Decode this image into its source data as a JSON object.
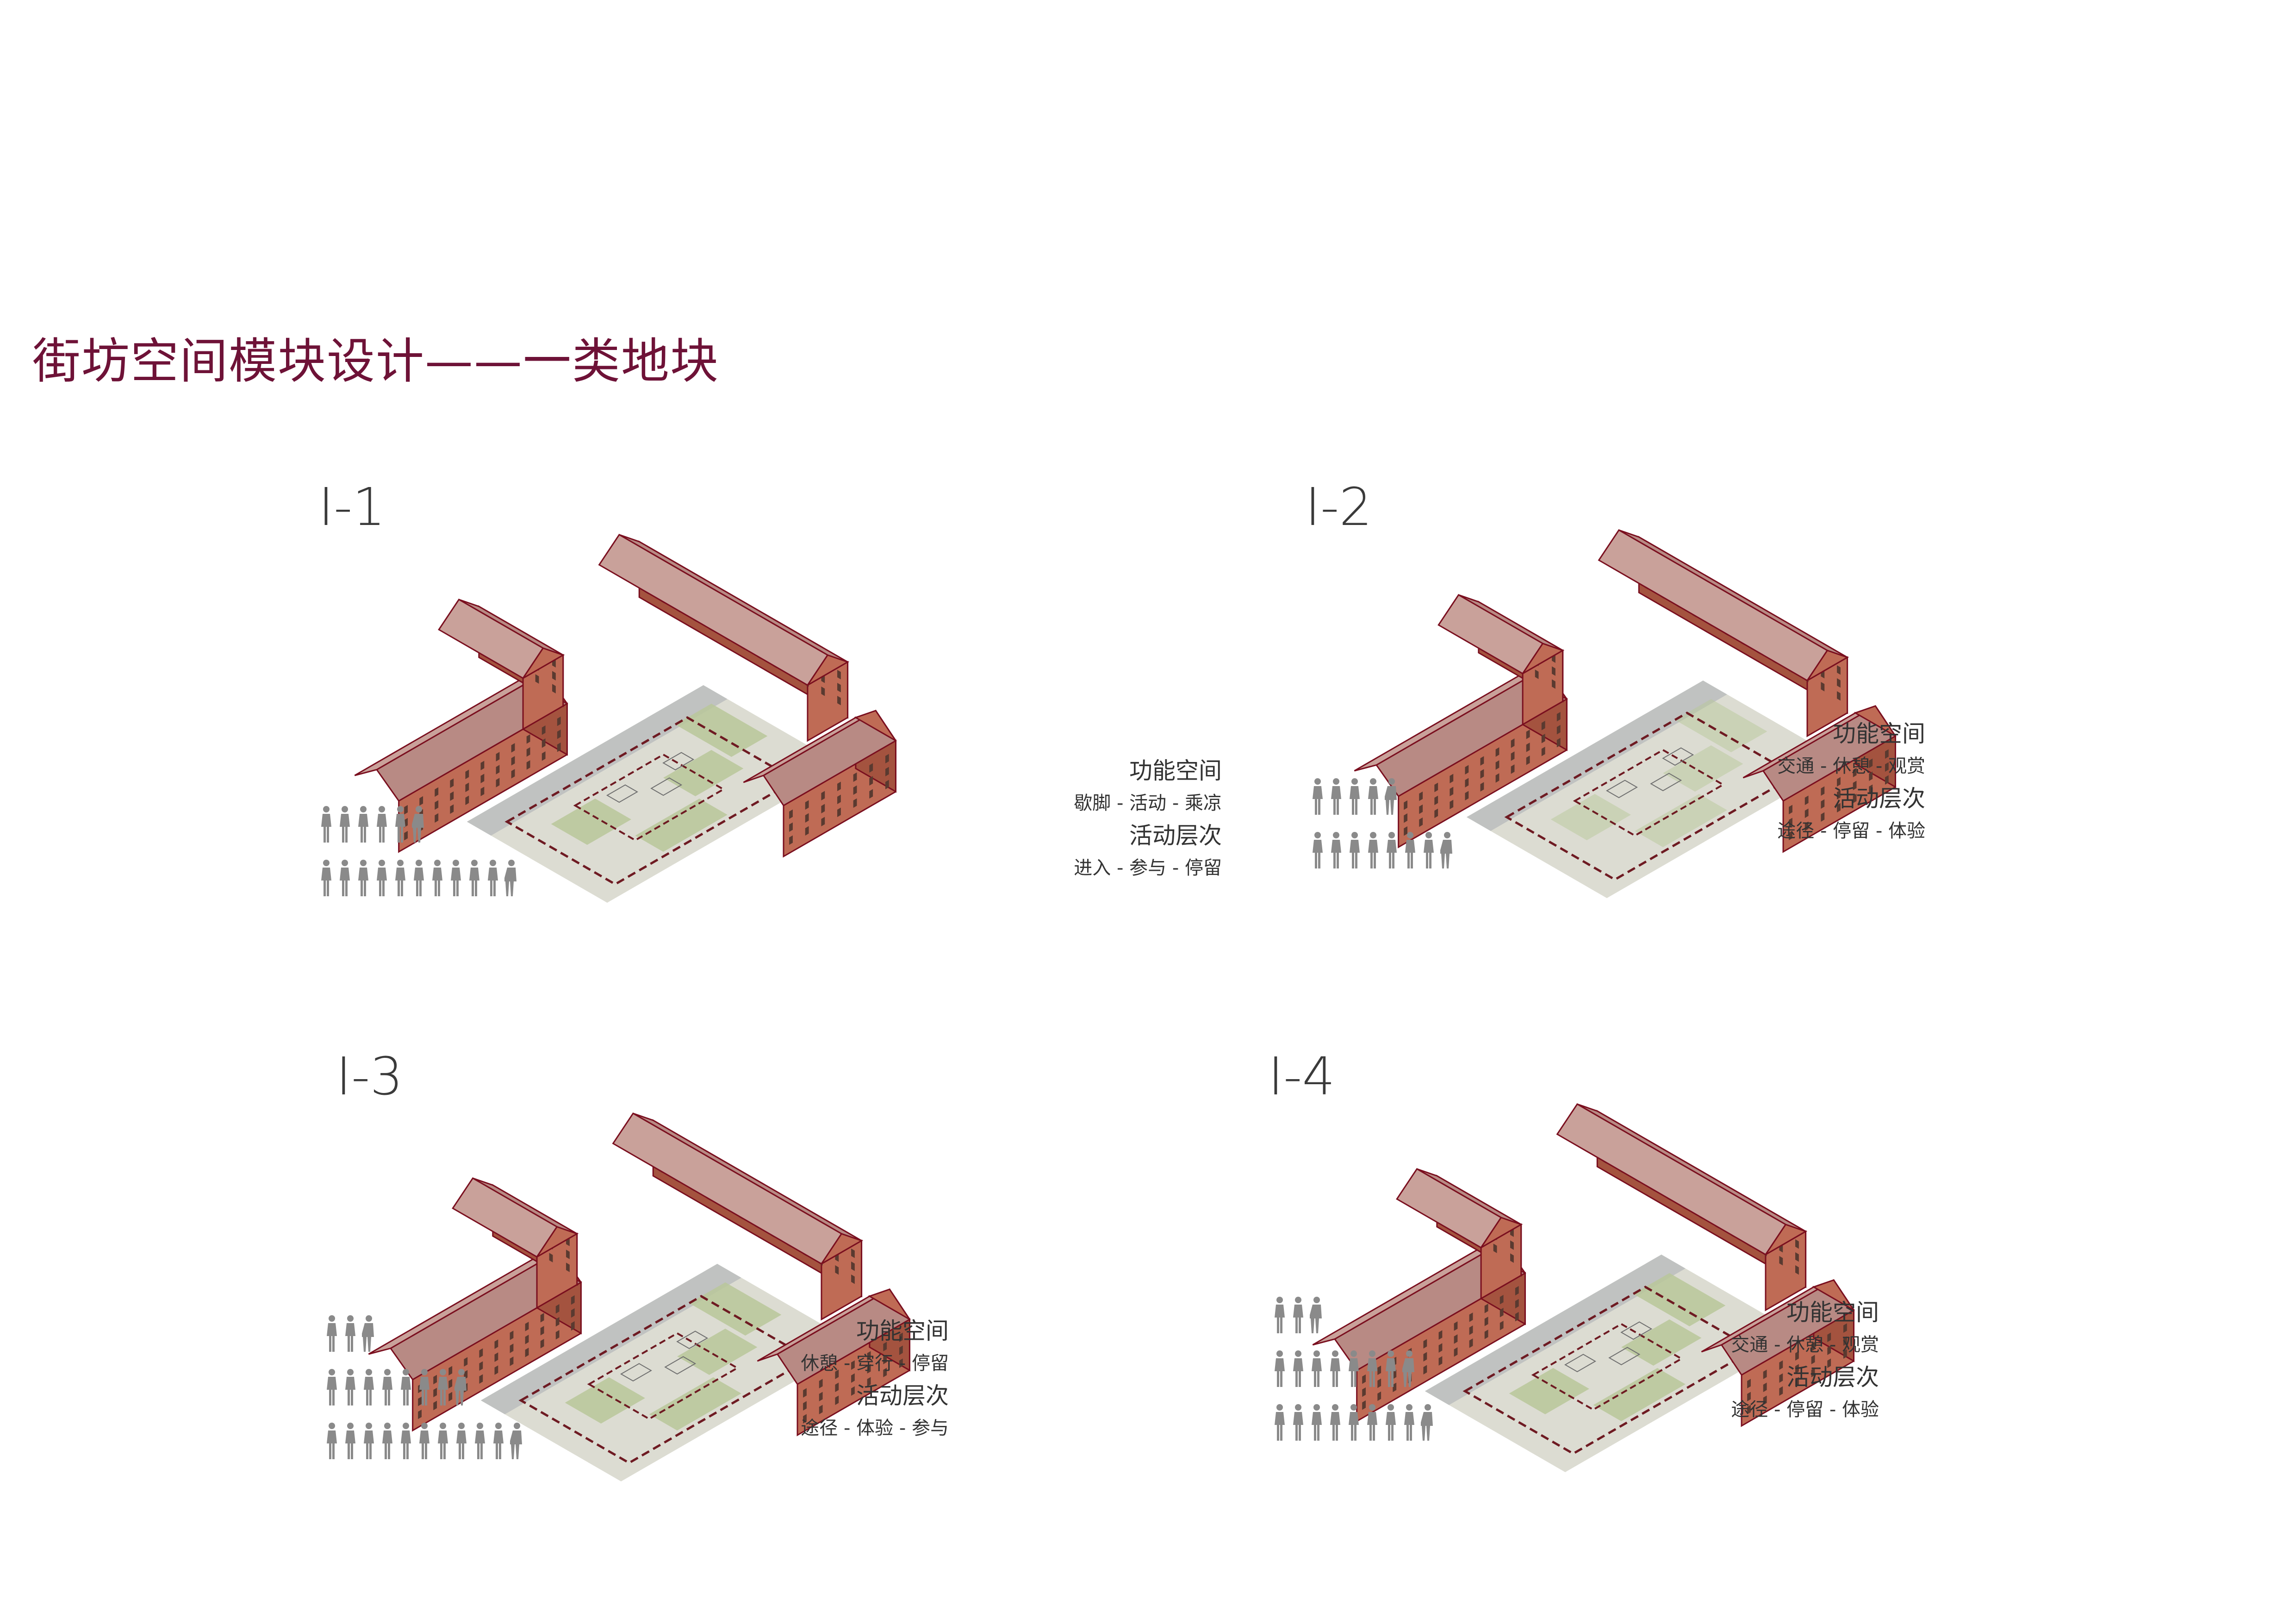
{
  "title": "街坊空间模块设计——一类地块",
  "colors": {
    "title": "#6e1237",
    "roof": "#b88a84",
    "wall": "#bf6b55",
    "wall_dark": "#a4533f",
    "outline": "#7a0f1f",
    "courtyard": "#dcdcd2",
    "green": "#b8c79a",
    "dash": "#6e1a22",
    "people": "#8a8a8a"
  },
  "panels": [
    {
      "label": "I-1",
      "function_heading": "功能空间",
      "function_text": "歇脚 - 活动 - 乘凉",
      "activity_heading": "活动层次",
      "activity_text": "进入 - 参与 - 停留",
      "people_rows": [
        6,
        11
      ]
    },
    {
      "label": "I-2",
      "function_heading": "功能空间",
      "function_text": "交通 - 休憩 - 观赏",
      "activity_heading": "活动层次",
      "activity_text": "途径 - 停留 - 体验",
      "people_rows": [
        5,
        8
      ]
    },
    {
      "label": "I-3",
      "function_heading": "功能空间",
      "function_text": "休憩 - 穿行 - 停留",
      "activity_heading": "活动层次",
      "activity_text": "途径 - 体验 - 参与",
      "people_rows": [
        3,
        8,
        11
      ]
    },
    {
      "label": "I-4",
      "function_heading": "功能空间",
      "function_text": "交通 - 休憩 - 观赏",
      "activity_heading": "活动层次",
      "activity_text": "途径 - 停留 - 体验",
      "people_rows": [
        3,
        8,
        9
      ]
    }
  ]
}
